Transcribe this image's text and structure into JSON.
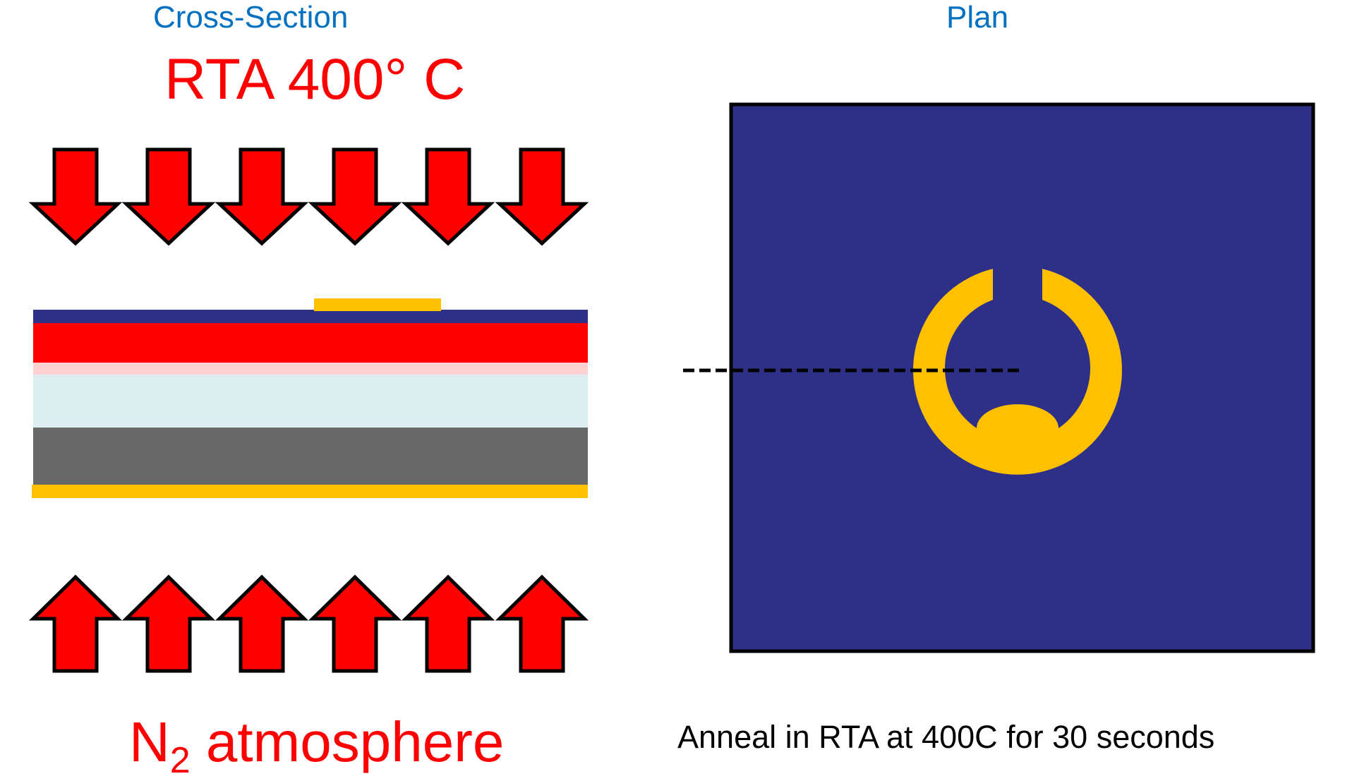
{
  "headings": {
    "cross_section": "Cross-Section",
    "plan": "Plan"
  },
  "cross_section": {
    "title": "RTA 400° C",
    "atmosphere_label_main": "N",
    "atmosphere_label_sub": "2",
    "atmosphere_label_rest": " atmosphere",
    "heat_arrows_top": {
      "count": 6,
      "direction": "down",
      "icon": "arrow-down-icon"
    },
    "heat_arrows_bottom": {
      "count": 6,
      "direction": "up",
      "icon": "arrow-up-icon"
    },
    "layers_top_to_bottom": [
      {
        "name": "top-contact",
        "color": "#FFC000"
      },
      {
        "name": "navy-layer",
        "color": "#2E3087"
      },
      {
        "name": "red-layer",
        "color": "#FF0000"
      },
      {
        "name": "pink-layer",
        "color": "#FFD1D1"
      },
      {
        "name": "light-cyan-layer",
        "color": "#DDEEF1"
      },
      {
        "name": "gray-substrate",
        "color": "#686868"
      },
      {
        "name": "bottom-contact",
        "color": "#FFC000"
      }
    ]
  },
  "plan": {
    "background_color": "#2E3087",
    "metal_color": "#FFC000",
    "feature": "split ring contact with bottom pad",
    "section_line": "dashed cut line"
  },
  "caption": "Anneal in RTA at 400C for 30 seconds",
  "colors": {
    "heading": "#0070C0",
    "title_red": "#FF0000",
    "arrow_fill": "#FF0000",
    "arrow_stroke": "#000000",
    "caption": "#000000"
  }
}
